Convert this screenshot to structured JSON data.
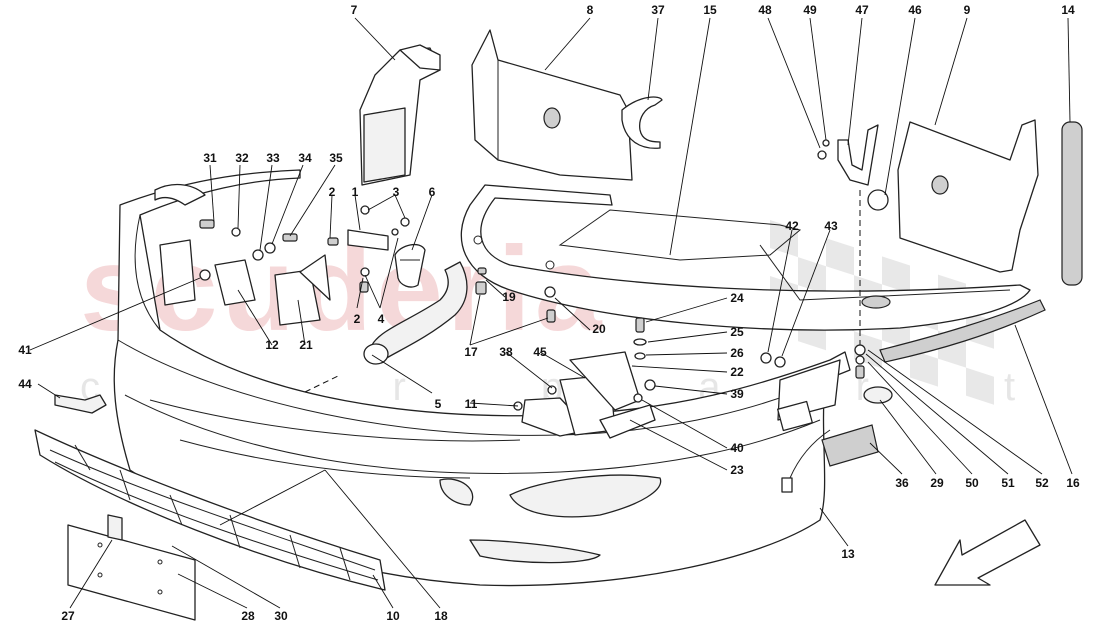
{
  "watermark": {
    "main": "scuderia",
    "sub": "c a r p a r t s"
  },
  "callouts": [
    {
      "id": "7",
      "label": "7"
    },
    {
      "id": "8",
      "label": "8"
    },
    {
      "id": "37",
      "label": "37"
    },
    {
      "id": "15",
      "label": "15"
    },
    {
      "id": "48",
      "label": "48"
    },
    {
      "id": "49",
      "label": "49"
    },
    {
      "id": "47",
      "label": "47"
    },
    {
      "id": "46",
      "label": "46"
    },
    {
      "id": "9",
      "label": "9"
    },
    {
      "id": "14",
      "label": "14"
    },
    {
      "id": "31",
      "label": "31"
    },
    {
      "id": "32",
      "label": "32"
    },
    {
      "id": "33",
      "label": "33"
    },
    {
      "id": "34",
      "label": "34"
    },
    {
      "id": "35",
      "label": "35"
    },
    {
      "id": "1",
      "label": "1"
    },
    {
      "id": "3",
      "label": "3"
    },
    {
      "id": "6",
      "label": "6"
    },
    {
      "id": "2a",
      "label": "2"
    },
    {
      "id": "2b",
      "label": "2"
    },
    {
      "id": "4",
      "label": "4"
    },
    {
      "id": "42",
      "label": "42"
    },
    {
      "id": "43",
      "label": "43"
    },
    {
      "id": "19",
      "label": "19"
    },
    {
      "id": "20",
      "label": "20"
    },
    {
      "id": "24",
      "label": "24"
    },
    {
      "id": "25",
      "label": "25"
    },
    {
      "id": "26",
      "label": "26"
    },
    {
      "id": "17",
      "label": "17"
    },
    {
      "id": "41",
      "label": "41"
    },
    {
      "id": "12",
      "label": "12"
    },
    {
      "id": "21",
      "label": "21"
    },
    {
      "id": "38",
      "label": "38"
    },
    {
      "id": "45",
      "label": "45"
    },
    {
      "id": "22",
      "label": "22"
    },
    {
      "id": "39",
      "label": "39"
    },
    {
      "id": "44",
      "label": "44"
    },
    {
      "id": "5",
      "label": "5"
    },
    {
      "id": "11",
      "label": "11"
    },
    {
      "id": "40",
      "label": "40"
    },
    {
      "id": "23",
      "label": "23"
    },
    {
      "id": "36",
      "label": "36"
    },
    {
      "id": "29",
      "label": "29"
    },
    {
      "id": "50",
      "label": "50"
    },
    {
      "id": "51",
      "label": "51"
    },
    {
      "id": "52",
      "label": "52"
    },
    {
      "id": "16",
      "label": "16"
    },
    {
      "id": "13",
      "label": "13"
    },
    {
      "id": "27",
      "label": "27"
    },
    {
      "id": "28",
      "label": "28"
    },
    {
      "id": "30",
      "label": "30"
    },
    {
      "id": "10",
      "label": "10"
    },
    {
      "id": "18",
      "label": "18"
    }
  ]
}
